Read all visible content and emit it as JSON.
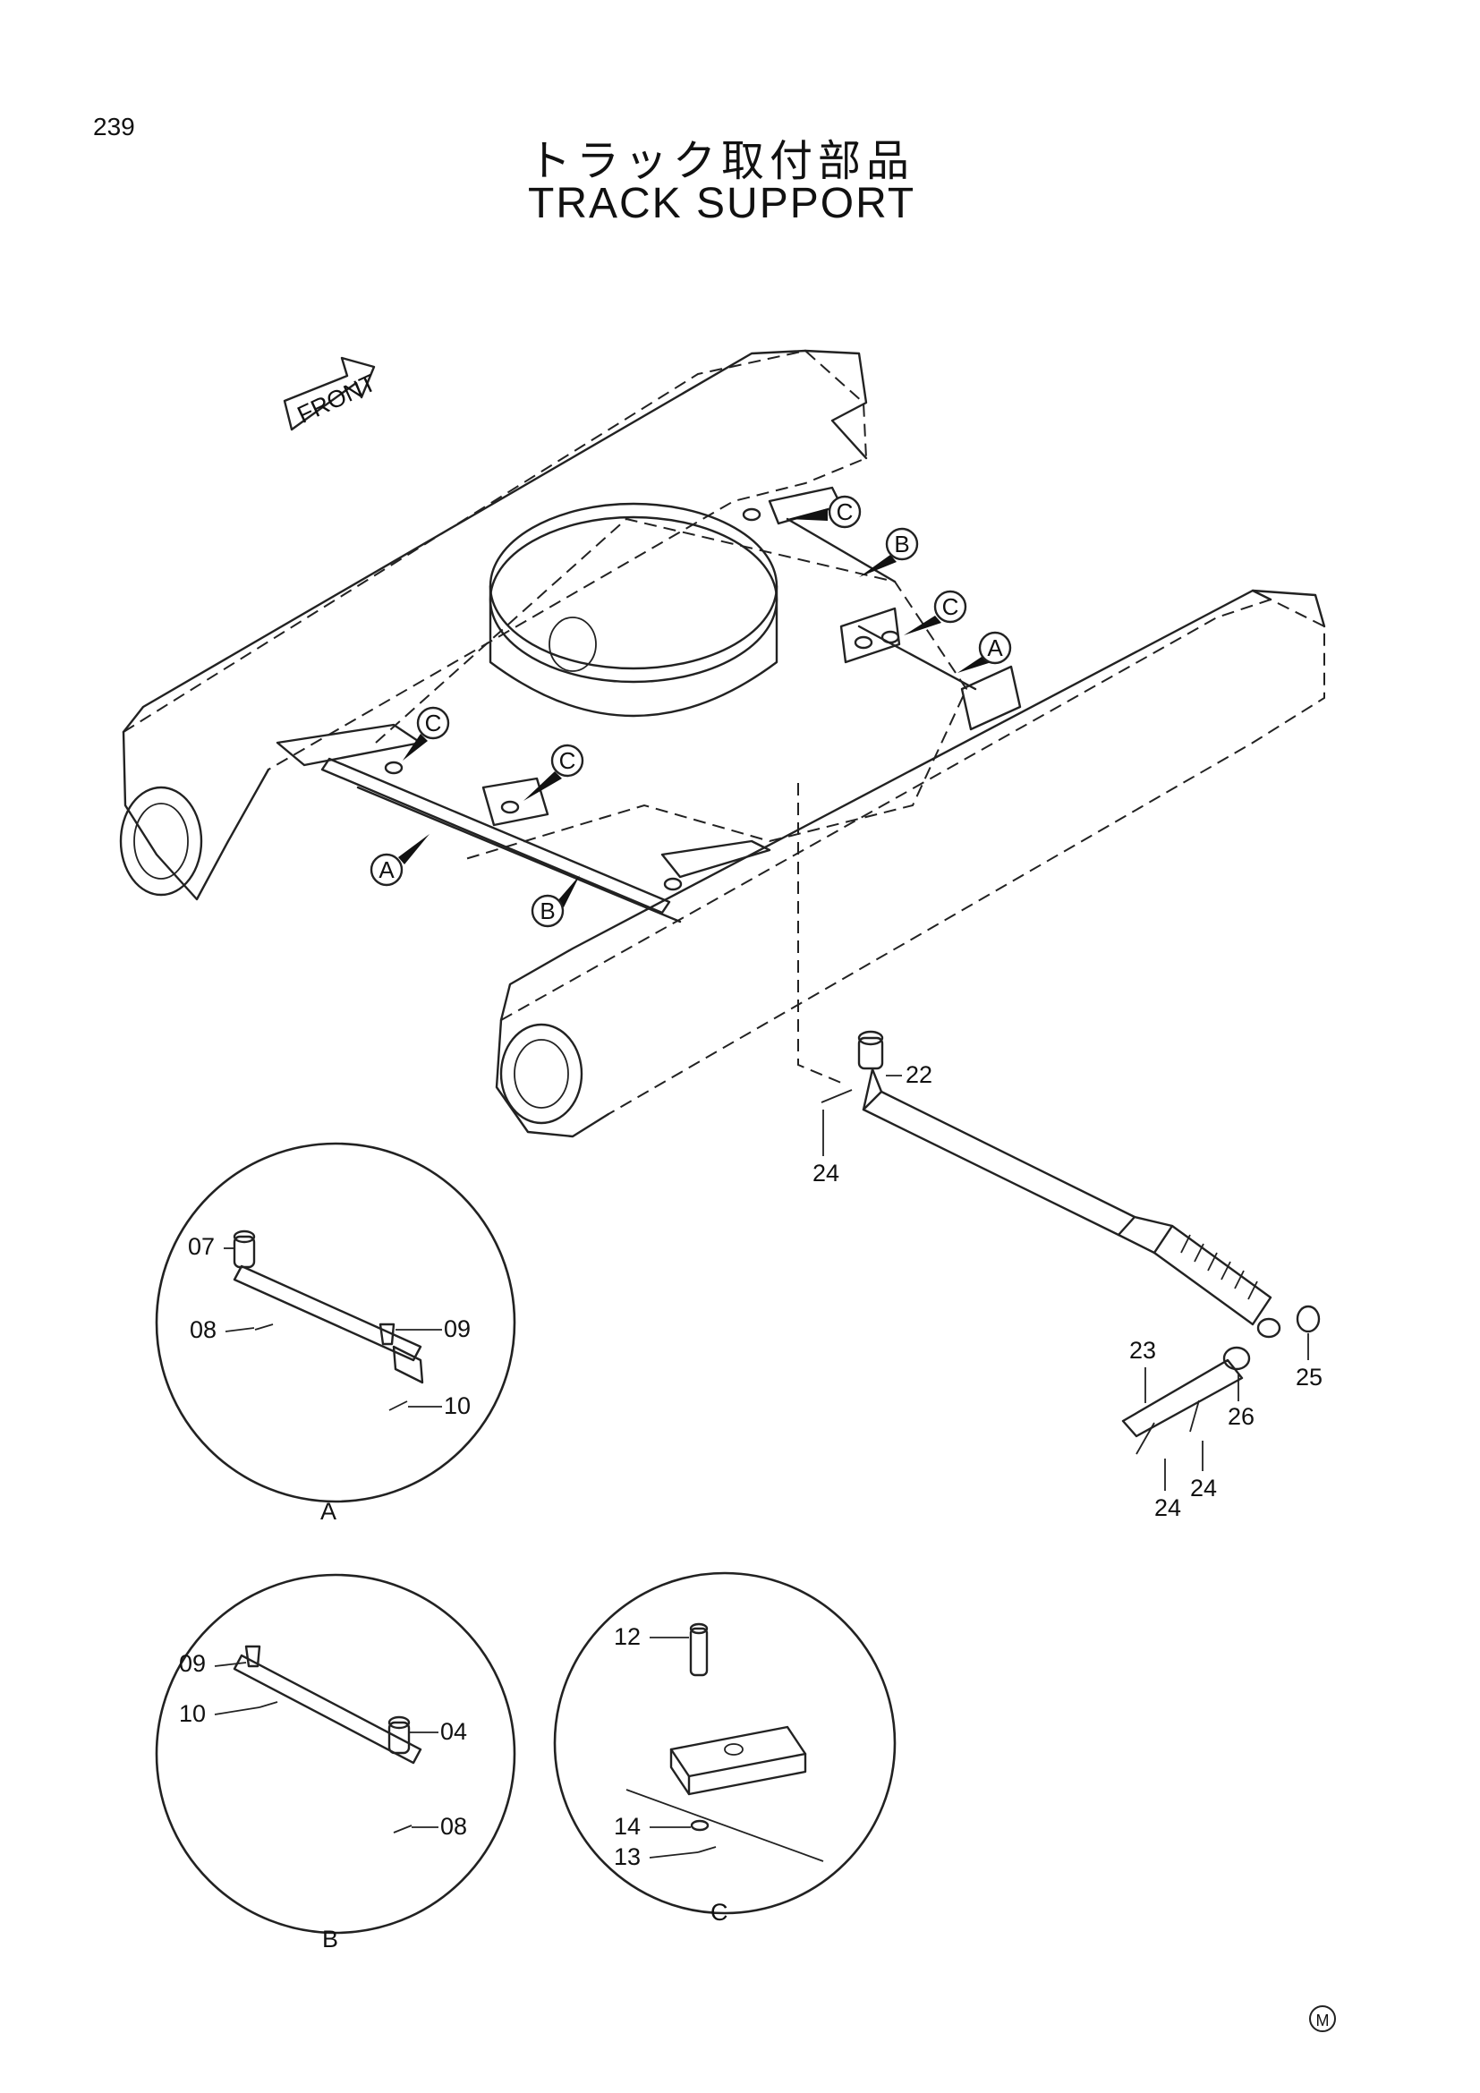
{
  "header": {
    "page_number": "239",
    "title_jp": "トラック取付部品",
    "title_en": "TRACK SUPPORT"
  },
  "front_arrow": {
    "label": "FRONT"
  },
  "callouts": {
    "a1": "C",
    "a2": "B",
    "a3": "C",
    "a4": "A",
    "a5": "C",
    "a6": "C",
    "a7": "A",
    "a8": "B"
  },
  "main_parts": {
    "p22": "22",
    "p24a": "24",
    "p25": "25",
    "p23": "23",
    "p26": "26",
    "p24b": "24",
    "p24c": "24"
  },
  "detail_a": {
    "caption": "A",
    "labels": {
      "l07": "07",
      "l08": "08",
      "l09": "09",
      "l10": "10"
    }
  },
  "detail_b": {
    "caption": "B",
    "labels": {
      "l09": "09",
      "l10": "10",
      "l04": "04",
      "l08": "08"
    }
  },
  "detail_c": {
    "caption": "C",
    "labels": {
      "l12": "12",
      "l14": "14",
      "l13": "13"
    }
  },
  "footer": {
    "mark": "M"
  }
}
